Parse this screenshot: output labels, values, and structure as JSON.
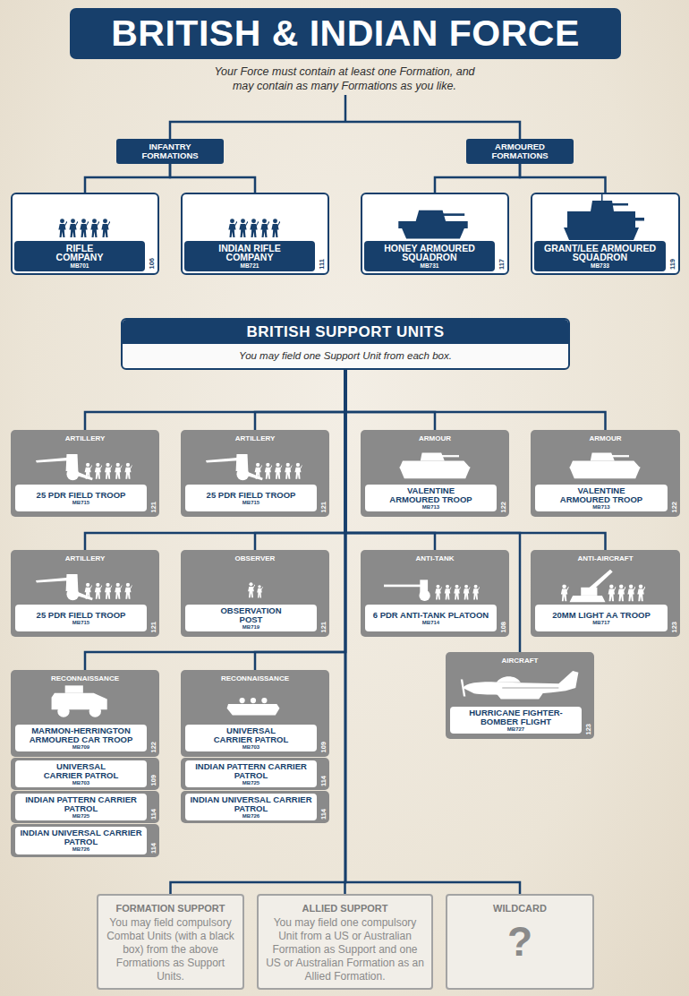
{
  "diagram": {
    "title": "BRITISH & INDIAN FORCE",
    "nodes": [
      {
        "text": [
          "INFANTRY FORMATIONS"
        ]
      },
      {
        "text": [
          "ARMOURED FORMATIONS"
        ]
      },
      {
        "text": [
          "RIFLE COMPANY",
          "MB701",
          "106"
        ]
      },
      {
        "text": [
          "INDIAN RIFLE COMPANY",
          "MB721",
          "111"
        ]
      },
      {
        "text": [
          "HONEY ARMOURED SQUADRON",
          "MB731",
          "117"
        ]
      },
      {
        "text": [
          "GRANT/LEE ARMOURED SQUADRON",
          "MB733",
          "119"
        ]
      },
      {
        "text": [
          "BRITISH SUPPORT UNITS",
          "You may field one Support Unit from each box."
        ]
      },
      {
        "text": [
          "ARTILLERY",
          "25 PDR FIELD TROOP",
          "MB715",
          "121"
        ]
      },
      {
        "text": [
          "ARTILLERY",
          "25 PDR FIELD TROOP",
          "MB715",
          "121"
        ]
      },
      {
        "text": [
          "ARMOUR",
          "VALENTINE ARMOURED TROOP",
          "MB713",
          "122"
        ]
      },
      {
        "text": [
          "ARMOUR",
          "VALENTINE ARMOURED TROOP",
          "MB713",
          "122"
        ]
      },
      {
        "text": [
          "ARTILLERY",
          "25 PDR FIELD TROOP",
          "MB715",
          "121"
        ]
      },
      {
        "text": [
          "OBSERVER",
          "OBSERVATION POST",
          "MB719",
          "121"
        ]
      },
      {
        "text": [
          "ANTI-TANK",
          "6 PDR ANTI-TANK PLATOON",
          "MB714",
          "108"
        ]
      },
      {
        "text": [
          "ANTI-AIRCRAFT",
          "20MM LIGHT AA TROOP",
          "MB717",
          "123"
        ]
      },
      {
        "text": [
          "AIRCRAFT",
          "HURRICANE FIGHTER-BOMBER FLIGHT",
          "MB727",
          "123"
        ]
      },
      {
        "text": [
          "RECONNAISSANCE",
          "MARMON-HERRINGTON ARMOURED CAR TROOP",
          "MB709",
          "122"
        ]
      },
      {
        "text": [
          "UNIVERSAL CARRIER PATROL",
          "MB703",
          "109"
        ]
      },
      {
        "text": [
          "INDIAN PATTERN CARRIER PATROL",
          "MB725",
          "114"
        ]
      },
      {
        "text": [
          "INDIAN UNIVERSAL CARRIER PATROL",
          "MB726",
          "114"
        ]
      },
      {
        "text": [
          "RECONNAISSANCE",
          "UNIVERSAL CARRIER PATROL",
          "MB703",
          "109"
        ]
      },
      {
        "text": [
          "INDIAN PATTERN CARRIER PATROL",
          "MB725",
          "114"
        ]
      },
      {
        "text": [
          "INDIAN UNIVERSAL CARRIER PATROL",
          "MB726",
          "114"
        ]
      },
      {
        "text": [
          "FORMATION SUPPORT",
          "You may field compulsory Combat Units (with a black box) from the above Formations as Support Units."
        ]
      },
      {
        "text": [
          "ALLIED SUPPORT",
          "You may field one compulsory Unit from a US or Australian Formation as Support and one US or Australian Formation as an Allied Formation."
        ]
      },
      {
        "text": [
          "WILDCARD",
          "?"
        ]
      }
    ],
    "edges": [
      {
        "from": 0,
        "to": 2,
        "arrow": "none"
      },
      {
        "from": 0,
        "to": 3,
        "arrow": "none"
      },
      {
        "from": 1,
        "to": 4,
        "arrow": "none"
      },
      {
        "from": 1,
        "to": 5,
        "arrow": "none"
      },
      {
        "from": 6,
        "to": 7,
        "arrow": "none"
      },
      {
        "from": 6,
        "to": 8,
        "arrow": "none"
      },
      {
        "from": 6,
        "to": 9,
        "arrow": "none"
      },
      {
        "from": 6,
        "to": 10,
        "arrow": "none"
      },
      {
        "from": 6,
        "to": 11,
        "arrow": "none"
      },
      {
        "from": 6,
        "to": 12,
        "arrow": "none"
      },
      {
        "from": 6,
        "to": 13,
        "arrow": "none"
      },
      {
        "from": 6,
        "to": 14,
        "arrow": "none"
      },
      {
        "from": 6,
        "to": 15,
        "arrow": "none"
      },
      {
        "from": 6,
        "to": 16,
        "arrow": "none"
      },
      {
        "from": 6,
        "to": 20,
        "arrow": "none"
      },
      {
        "from": 6,
        "to": 23,
        "arrow": "none"
      },
      {
        "from": 6,
        "to": 24,
        "arrow": "none"
      },
      {
        "from": 6,
        "to": 25,
        "arrow": "none"
      }
    ],
    "labels": [
      "Your Force must contain at least one Formation, and may contain as many Formations as you like."
    ]
  }
}
